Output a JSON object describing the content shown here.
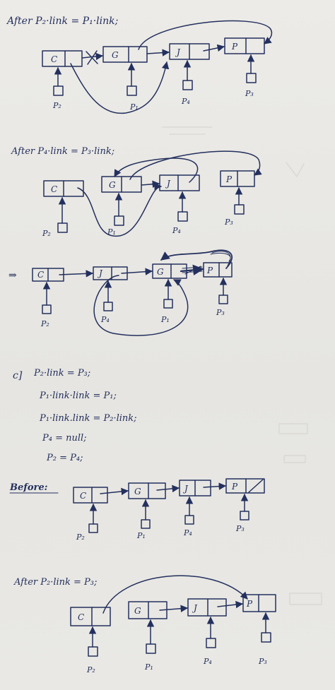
{
  "sections": [
    {
      "heading": "After P₂·link = P₁·link;",
      "nodes": [
        "C",
        "G",
        "J",
        "P"
      ],
      "pointers": [
        "P₂",
        "P₁",
        "P₄",
        "P₃"
      ]
    },
    {
      "heading": "After P₄·link = P₃·link;",
      "nodes": [
        "C",
        "G",
        "J",
        "P"
      ],
      "pointers": [
        "P₂",
        "P₁",
        "P₄",
        "P₃"
      ]
    },
    {
      "heading": "⇒",
      "nodes": [
        "C",
        "J",
        "G",
        "P"
      ],
      "pointers": [
        "P₂",
        "P₄",
        "P₁",
        "P₃"
      ]
    },
    {
      "heading": "Before:",
      "nodes": [
        "C",
        "G",
        "J",
        "P"
      ],
      "pointers": [
        "P₂",
        "P₁",
        "P₄",
        "P₃"
      ]
    },
    {
      "heading": "After P₂·link = P₃;",
      "nodes": [
        "C",
        "G",
        "J",
        "P"
      ],
      "pointers": [
        "P₂",
        "P₁",
        "P₄",
        "P₃"
      ]
    }
  ],
  "part_c": {
    "label": "c]",
    "lines": [
      "P₂·link = P₃;",
      "P₁·link·link = P₁;",
      "P₁·link.link = P₂·link;",
      "P₄ = null;",
      "P₂ = P₄;"
    ]
  },
  "ink_color": "#24305e"
}
